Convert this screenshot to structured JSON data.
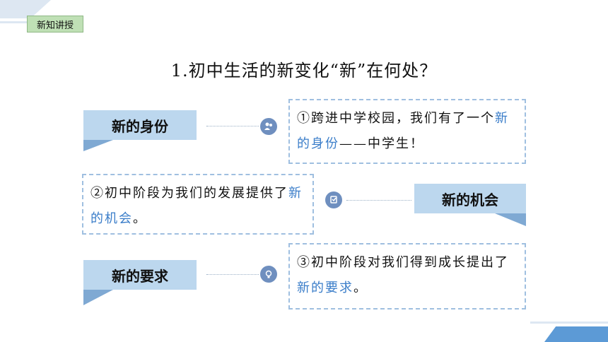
{
  "section_tag": "新知讲授",
  "title": "1.初中生活的新变化“新”在何处？",
  "rows": [
    {
      "label": "新的身份",
      "icon": "people-icon",
      "text_before": "①跨进中学校园，我们有了一个",
      "highlight": "新的身份",
      "text_after": "——中学生！"
    },
    {
      "label": "新的机会",
      "icon": "badge-icon",
      "text_before": "②初中阶段为我们的发展提供了",
      "highlight": "新的机会",
      "text_after": "。"
    },
    {
      "label": "新的要求",
      "icon": "lightbulb-icon",
      "text_before": "③初中阶段对我们得到成长提出了",
      "highlight": "新的要求",
      "text_after": "。"
    }
  ]
}
